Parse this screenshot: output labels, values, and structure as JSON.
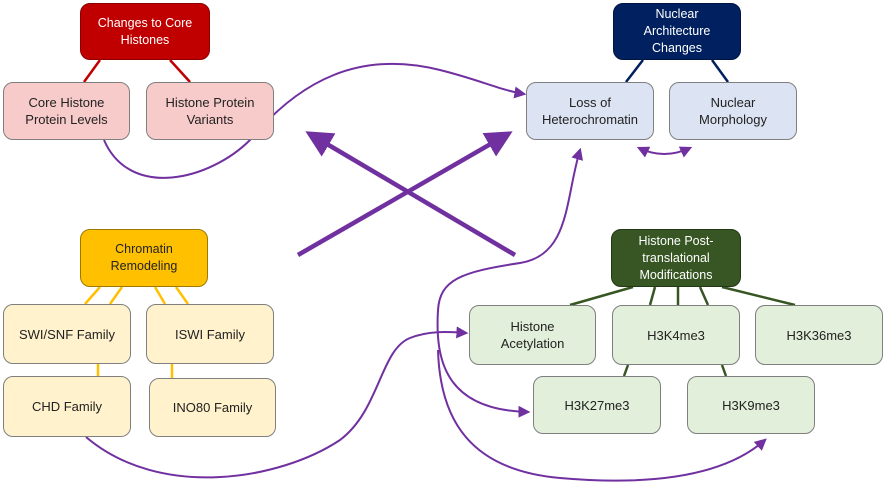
{
  "headers": {
    "core_histones": "Changes to Core\nHistones",
    "nuclear_architecture": "Nuclear\nArchitecture\nChanges",
    "chromatin_remodeling": "Chromatin\nRemodeling",
    "histone_ptm": "Histone Post-\ntranslational\nModifications"
  },
  "nodes": {
    "core_histone_levels": "Core Histone\nProtein Levels",
    "histone_variants": "Histone Protein\nVariants",
    "loss_heterochromatin": "Loss of\nHeterochromatin",
    "nuclear_morphology": "Nuclear\nMorphology",
    "swi_snf": "SWI/SNF Family",
    "iswi": "ISWI Family",
    "chd": "CHD Family",
    "ino80": "INO80 Family",
    "histone_acetylation": "Histone\nAcetylation",
    "h3k4me3": "H3K4me3",
    "h3k36me3": "H3K36me3",
    "h3k27me3": "H3K27me3",
    "h3k9me3": "H3K9me3"
  },
  "colors": {
    "red": "#c00000",
    "navy": "#002060",
    "gold": "#ffc000",
    "green": "#375623",
    "arrow_purple": "#7030a0"
  }
}
